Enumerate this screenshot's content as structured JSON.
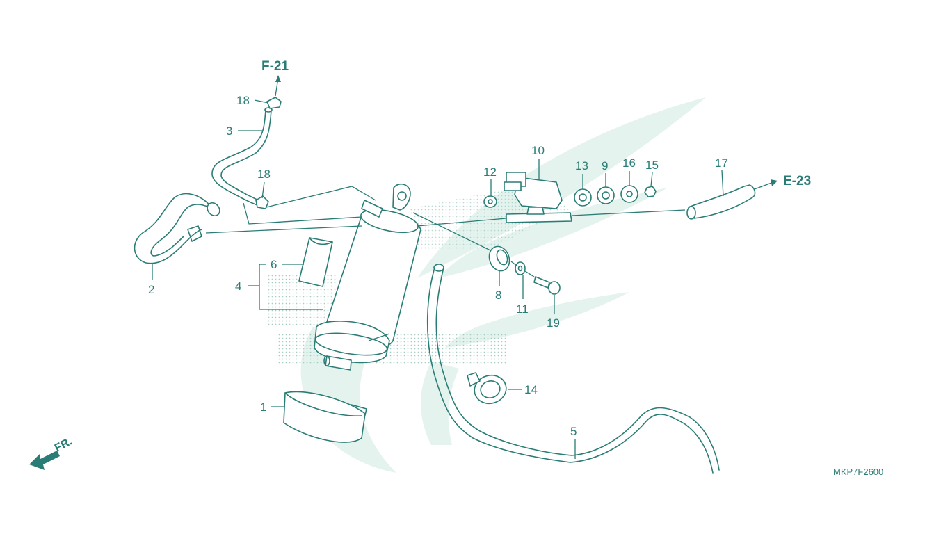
{
  "diagram": {
    "code": "MKP7F2600",
    "direction_label": "FR.",
    "refs": [
      {
        "id": "f21",
        "label": "F-21"
      },
      {
        "id": "e23",
        "label": "E-23"
      }
    ],
    "callouts": [
      {
        "id": "c1",
        "label": "1"
      },
      {
        "id": "c2",
        "label": "2"
      },
      {
        "id": "c3",
        "label": "3"
      },
      {
        "id": "c4",
        "label": "4"
      },
      {
        "id": "c5",
        "label": "5"
      },
      {
        "id": "c6",
        "label": "6"
      },
      {
        "id": "c8",
        "label": "8"
      },
      {
        "id": "c9",
        "label": "9"
      },
      {
        "id": "c10",
        "label": "10"
      },
      {
        "id": "c11",
        "label": "11"
      },
      {
        "id": "c12",
        "label": "12"
      },
      {
        "id": "c13",
        "label": "13"
      },
      {
        "id": "c14",
        "label": "14"
      },
      {
        "id": "c15",
        "label": "15"
      },
      {
        "id": "c16",
        "label": "16"
      },
      {
        "id": "c17",
        "label": "17"
      },
      {
        "id": "c18a",
        "label": "18"
      },
      {
        "id": "c18b",
        "label": "18"
      },
      {
        "id": "c19",
        "label": "19"
      }
    ]
  },
  "colors": {
    "line": "#2a7d76",
    "watermark": "#e4f3ee",
    "background": "#ffffff"
  }
}
